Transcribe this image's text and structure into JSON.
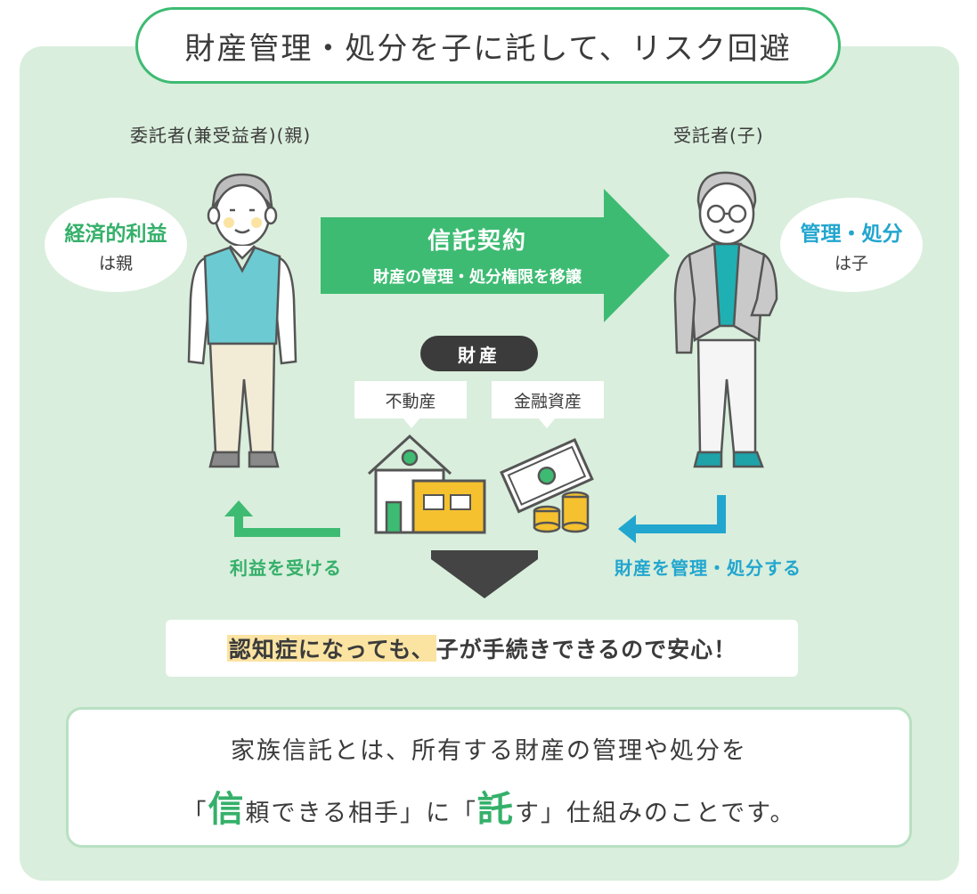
{
  "title": "財産管理・処分を子に託して、リスク回避",
  "parent": {
    "role_label": "委託者(兼受益者)(親)",
    "bubble_emphasis": "経済的利益",
    "bubble_sub": "は親"
  },
  "child": {
    "role_label": "受託者(子)",
    "bubble_emphasis": "管理・処分",
    "bubble_sub": "は子"
  },
  "contract_arrow": {
    "title": "信託契約",
    "subtitle": "財産の管理・処分権限を移譲"
  },
  "assets": {
    "label": "財産",
    "real_estate": "不動産",
    "financial": "金融資産"
  },
  "flows": {
    "benefit": "利益を受ける",
    "manage": "財産を管理・処分する"
  },
  "reassurance": {
    "highlight": "認知症になっても、",
    "rest": "子が手続きできるので安心！"
  },
  "summary": {
    "line1": "家族信託とは、所有する財産の管理や処分を",
    "open1": "「",
    "big1": "信",
    "mid1": "頼できる相手」に「",
    "big2": "託",
    "end": "す」仕組みのことです。"
  },
  "colors": {
    "green": "#35b06a",
    "blue": "#22a6cf",
    "panel": "#d9eedc",
    "dark": "#3b3b3b"
  },
  "icons": [
    "parent-figure",
    "child-figure",
    "house-icon",
    "money-icon",
    "down-arrow-icon"
  ]
}
